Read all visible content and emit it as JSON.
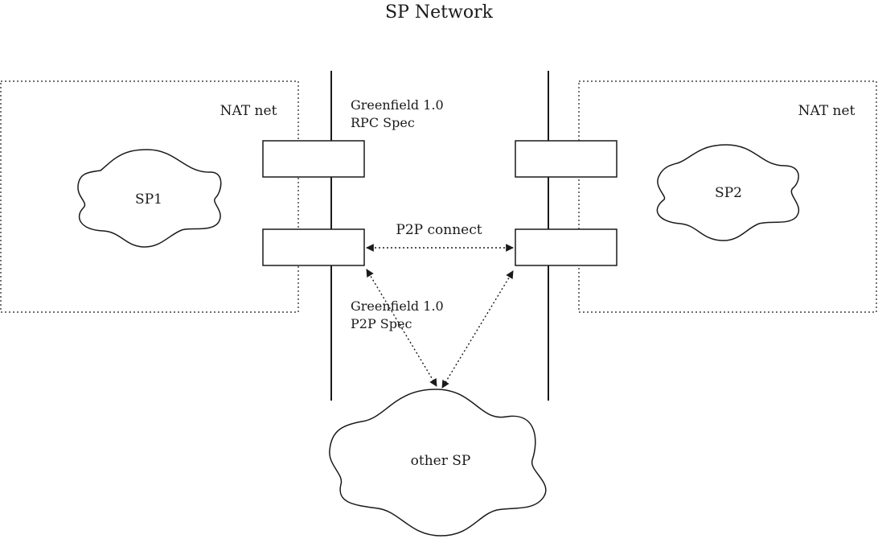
{
  "diagram": {
    "title": "SP Network",
    "left_zone": {
      "label": "NAT net"
    },
    "right_zone": {
      "label": "NAT net"
    },
    "clouds": {
      "sp1": "SP1",
      "sp2": "SP2",
      "other": "other SP"
    },
    "annotations": {
      "rpc_spec_line1": "Greenfield 1.0",
      "rpc_spec_line2": "RPC Spec",
      "p2p_connect": "P2P connect",
      "p2p_spec_line1": "Greenfield 1.0",
      "p2p_spec_line2": "P2P Spec"
    },
    "colors": {
      "stroke": "#1a1a1a",
      "background": "#ffffff"
    }
  }
}
